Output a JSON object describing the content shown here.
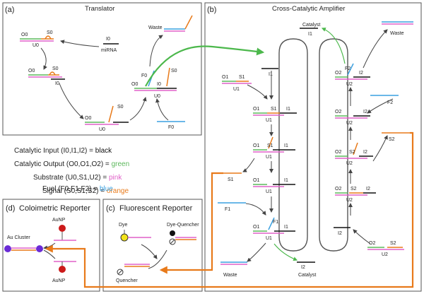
{
  "panels": {
    "a": {
      "tag": "(a)",
      "title": "Translator"
    },
    "b": {
      "tag": "(b)",
      "title": "Cross-Catalytic Amplifier"
    },
    "c": {
      "tag": "(c)",
      "title": "Fluorescent Reporter"
    },
    "d": {
      "tag": "(d)",
      "title": "Coloimetric Reporter"
    }
  },
  "legend": [
    {
      "text": "Catalytic Input (I0,I1,I2) = ",
      "value": "black",
      "color": "#111111"
    },
    {
      "text": "Catalytic Output (O0,O1,O2) = ",
      "value": "green",
      "color": "#5cb85c"
    },
    {
      "text": "Substrate (U0,S1,U2) = ",
      "value": "pink",
      "color": "#e060c8"
    },
    {
      "text": "Signal (S0,S1,S2) = ",
      "value": "orange",
      "color": "#e87a1a"
    },
    {
      "text": "Fuel (F0,F1,F2) = ",
      "value": "blue",
      "color": "#3aa0e0"
    }
  ],
  "labels_a": {
    "o0a": "O0",
    "s0a": "S0",
    "u0a": "U0",
    "i0": "I0",
    "mirna": "miRNA",
    "waste": "Waste",
    "o0b": "O0",
    "s0b": "S0",
    "i0b": "I0",
    "f0": "F0",
    "s0c": "S0",
    "o0c": "O0",
    "i0c": "I0",
    "u0c": "U0",
    "o0d": "O0",
    "s0d": "S0",
    "u0d": "U0",
    "f0b": "F0"
  },
  "labels_b": {
    "catalyst_top": "Catalyst",
    "i1_top": "I1",
    "waste_top": "Waste",
    "i1_left": "I1",
    "o1a": "O1",
    "s1a": "S1",
    "u1a": "U1",
    "o1b": "O1",
    "s1b": "S1",
    "i1b": "I1",
    "u1b": "U1",
    "o1c": "O1",
    "s1c": "S1",
    "i1c": "I1",
    "u1c": "U1",
    "s1_free": "S1",
    "o1d": "O1",
    "i1d": "I1",
    "u1d": "U1",
    "f1_free": "F1",
    "f1": "F1",
    "o1e": "O1",
    "i1e": "I1",
    "u1e": "U1",
    "waste_bottom": "Waste",
    "i2_bottom": "I2",
    "catalyst_bottom": "Catalyst",
    "f2": "F2",
    "o2a": "O2",
    "i2a": "I2",
    "u2a": "U2",
    "f2_free": "F2",
    "o2b": "O2",
    "i2b": "I2",
    "u2b": "U2",
    "o2c": "O2",
    "s2c": "S2",
    "i2c": "I2",
    "u2c": "U2",
    "s2_free": "S2",
    "o2d": "O2",
    "s2d": "S2",
    "i2d": "I2",
    "u2d": "U2",
    "i2_mid": "I2",
    "o2e": "O2",
    "s2e": "S2",
    "u2e": "U2"
  },
  "labels_c": {
    "dye": "Dye",
    "dye_quencher": "Dye-Quencher",
    "quencher": "Quencher"
  },
  "labels_d": {
    "aunp_top": "AuNP",
    "au_cluster": "Au Cluster",
    "aunp_bottom": "AuNP"
  },
  "colors": {
    "black": "#111111",
    "green": "#5cb85c",
    "pink": "#e060c8",
    "orange": "#e87a1a",
    "blue": "#3aa0e0",
    "purple": "#6a2bd6",
    "red": "#cc1a1a",
    "yellow": "#f2e21a"
  }
}
